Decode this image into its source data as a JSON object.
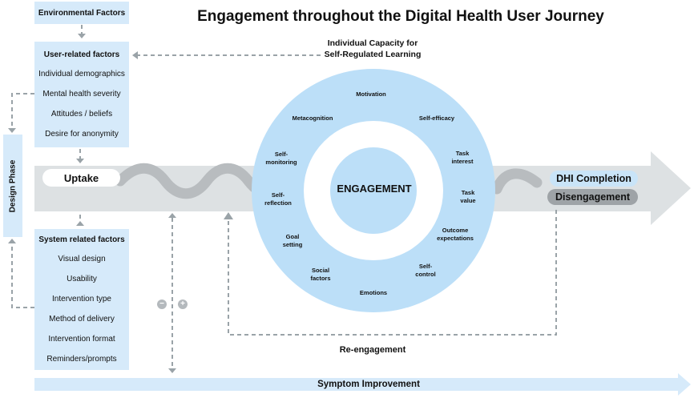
{
  "title": "Engagement throughout the Digital Health User Journey",
  "environmental_factors": "Environmental Factors",
  "user_factors": {
    "header": "User-related factors",
    "items": [
      "Individual demographics",
      "Mental health severity",
      "Attitudes / beliefs",
      "Desire for anonymity"
    ]
  },
  "system_factors": {
    "header": "System related factors",
    "items": [
      "Visual design",
      "Usability",
      "Intervention type",
      "Method of delivery",
      "Intervention format",
      "Reminders/prompts"
    ]
  },
  "capacity": {
    "line1": "Individual Capacity for",
    "line2": "Self-Regulated Learning"
  },
  "design_phase": "Design Phase",
  "uptake": "Uptake",
  "engagement": "ENGAGEMENT",
  "ring_labels": {
    "motivation": "Motivation",
    "metacognition": "Metacognition",
    "self_efficacy": "Self-efficacy",
    "self_monitoring": "Self-\nmonitoring",
    "task_interest": "Task\ninterest",
    "self_reflection": "Self-\nreflection",
    "task_value": "Task\nvalue",
    "goal_setting": "Goal\nsetting",
    "outcome_expectations": "Outcome\nexpectations",
    "social_factors": "Social\nfactors",
    "self_control": "Self-\ncontrol",
    "emotions": "Emotions"
  },
  "dhi_completion": "DHI Completion",
  "disengagement": "Disengagement",
  "re_engagement": "Re-engagement",
  "symptom_improvement": "Symptom Improvement",
  "signs": {
    "minus": "−",
    "plus": "+"
  },
  "colors": {
    "light_blue": "#d6eafa",
    "ring_blue": "#bcdff8",
    "band_grey": "#dde1e3",
    "grey_dark": "#9ea3a7",
    "dash": "#9aa3a8"
  }
}
